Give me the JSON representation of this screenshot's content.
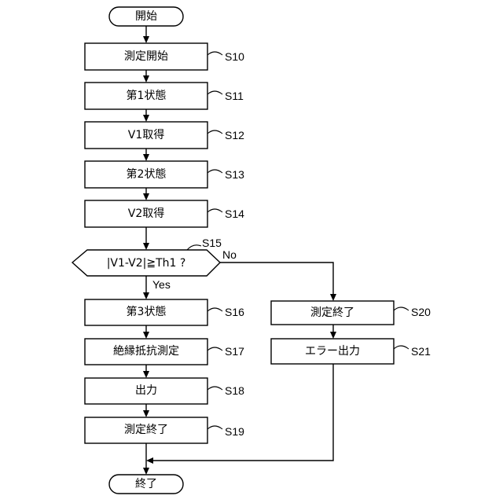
{
  "terminals": {
    "start": "開始",
    "end": "終了"
  },
  "steps": [
    {
      "label": "測定開始",
      "tag": "S10"
    },
    {
      "label": "第1状態",
      "tag": "S11"
    },
    {
      "label": "V1取得",
      "tag": "S12"
    },
    {
      "label": "第2状態",
      "tag": "S13"
    },
    {
      "label": "V2取得",
      "tag": "S14"
    }
  ],
  "decision": {
    "label": "|V1-V2|≧Th1 ?",
    "tag": "S15",
    "yes_label": "Yes",
    "no_label": "No"
  },
  "yes_branch": [
    {
      "label": "第3状態",
      "tag": "S16"
    },
    {
      "label": "絶縁抵抗測定",
      "tag": "S17"
    },
    {
      "label": "出力",
      "tag": "S18"
    },
    {
      "label": "測定終了",
      "tag": "S19"
    }
  ],
  "no_branch": [
    {
      "label": "測定終了",
      "tag": "S20"
    },
    {
      "label": "エラー出力",
      "tag": "S21"
    }
  ]
}
